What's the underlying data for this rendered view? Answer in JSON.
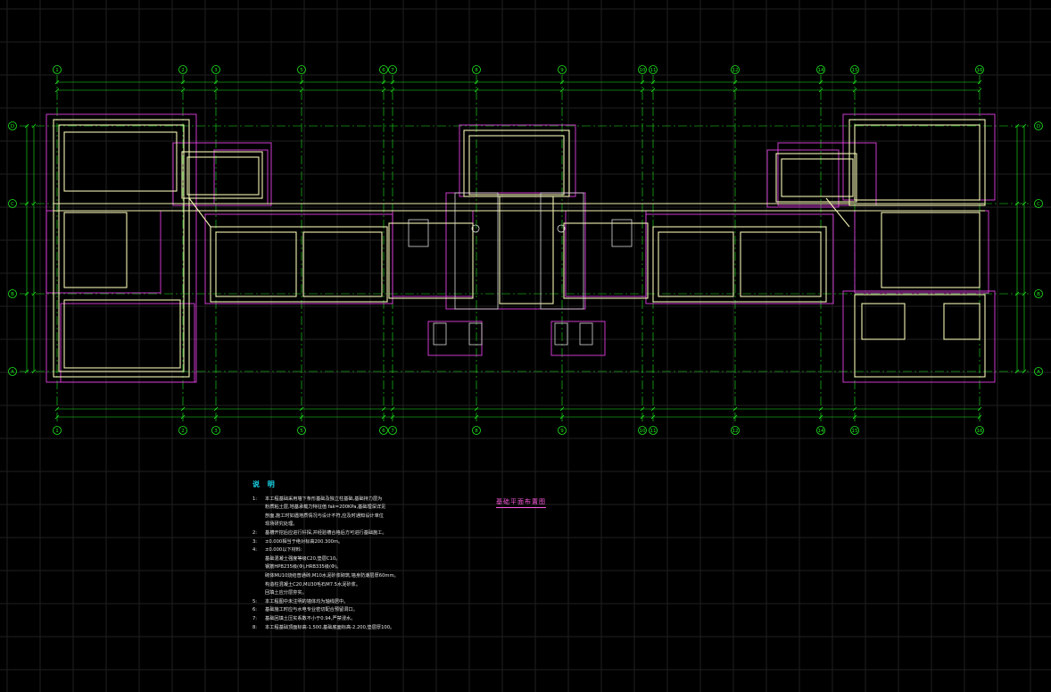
{
  "app": {
    "title": "",
    "background": "#000000",
    "colors": {
      "grid_lines": "#1f1f1f",
      "axis_green": "#1eea1e",
      "wall_yellow": "#f3f3b4",
      "footing_magenta": "#e040e0",
      "pier_white": "#d9d9d9",
      "notes_heading": "#19d7ea",
      "title_text": "#ff5be0"
    }
  },
  "drawing": {
    "title": "基础平面布置图",
    "axes_top": [
      "1",
      "2",
      "3",
      "5",
      "6",
      "7",
      "8",
      "9",
      "10",
      "11",
      "12",
      "14",
      "15",
      "16"
    ],
    "axes_bottom": [
      "1",
      "2",
      "3",
      "5",
      "6",
      "7",
      "8",
      "9",
      "10",
      "11",
      "12",
      "14",
      "15",
      "16"
    ],
    "axes_left": [
      "D",
      "C",
      "B",
      "A"
    ],
    "axes_right": [
      "D",
      "C",
      "B",
      "A"
    ]
  },
  "notes": {
    "heading": "说 明",
    "items": [
      {
        "num": "1",
        "text": "本工程基础采用墙下条形基础及独立柱基础,基础持力层为"
      },
      {
        "num": "",
        "text": "粉质粘土层,地基承载力特征值 fak=200KPa,基础埋深详见"
      },
      {
        "num": "",
        "text": "剖面,施工时如遇地质情况与设计不符,应及时通知设计单位"
      },
      {
        "num": "",
        "text": "现场研究处理。"
      },
      {
        "num": "2",
        "text": "基槽开挖后应进行钎探,并经验槽合格后方可进行基础施工。"
      },
      {
        "num": "3",
        "text": "±0.000相当于绝对标高200.300m。"
      },
      {
        "num": "4",
        "text": "±0.000以下材料:"
      },
      {
        "num": "",
        "text": "基础混凝土强度等级C20,垫层C10。"
      },
      {
        "num": "",
        "text": "钢筋HPB235级(Φ),HRB335级(Φ)。"
      },
      {
        "num": "",
        "text": "砌体MU10烧结普通砖,M10水泥砂浆砌筑,墙身防潮层厚60mm。"
      },
      {
        "num": "",
        "text": "构造柱混凝土C20,MU30毛石M7.5水泥砂浆。"
      },
      {
        "num": "",
        "text": "回填土应分层夯实。"
      },
      {
        "num": "5",
        "text": "本工程图中未注明的墙体均为轴线居中。"
      },
      {
        "num": "6",
        "text": "基础施工时应与水电专业密切配合预留洞口。"
      },
      {
        "num": "7",
        "text": "基础回填土压实系数不小于0.94,严禁浸水。"
      },
      {
        "num": "8",
        "text": "本工程基础顶面标高-1.500,基础底面标高-2.200,垫层厚100。"
      }
    ]
  }
}
